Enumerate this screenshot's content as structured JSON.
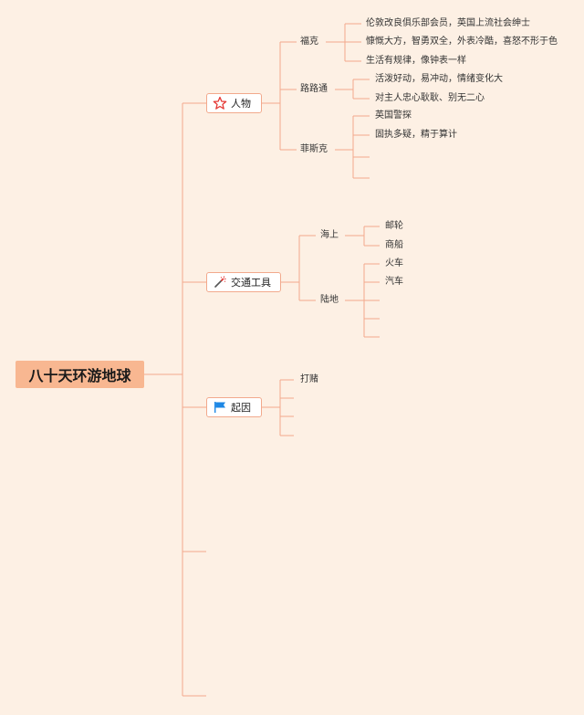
{
  "root": {
    "label": "八十天环游地球"
  },
  "branches": [
    {
      "label": "人物",
      "icon": "star-icon",
      "children": [
        {
          "label": "福克",
          "children": [
            "伦敦改良俱乐部会员，英国上流社会绅士",
            "慷慨大方，智勇双全，外表冷酷，喜怒不形于色",
            "生活有规律，像钟表一样"
          ]
        },
        {
          "label": "路路通",
          "children": [
            "活泼好动，易冲动，情绪变化大",
            "对主人忠心耿耿、别无二心"
          ]
        },
        {
          "label": "菲斯克",
          "children": [
            "英国警探",
            "固执多疑，精于算计"
          ]
        }
      ]
    },
    {
      "label": "交通工具",
      "icon": "magic-wand-icon",
      "children": [
        {
          "label": "海上",
          "children": [
            "邮轮",
            "商船"
          ]
        },
        {
          "label": "陆地",
          "children": [
            "火车",
            "汽车"
          ]
        }
      ]
    },
    {
      "label": "起因",
      "icon": "flag-icon",
      "children": [
        {
          "label": "打赌"
        }
      ]
    }
  ],
  "colors": {
    "background": "#fdf0e4",
    "line": "#f2a98c",
    "root_fill": "#f8b791",
    "flag": "#1e88e5",
    "star": "#e53935"
  }
}
